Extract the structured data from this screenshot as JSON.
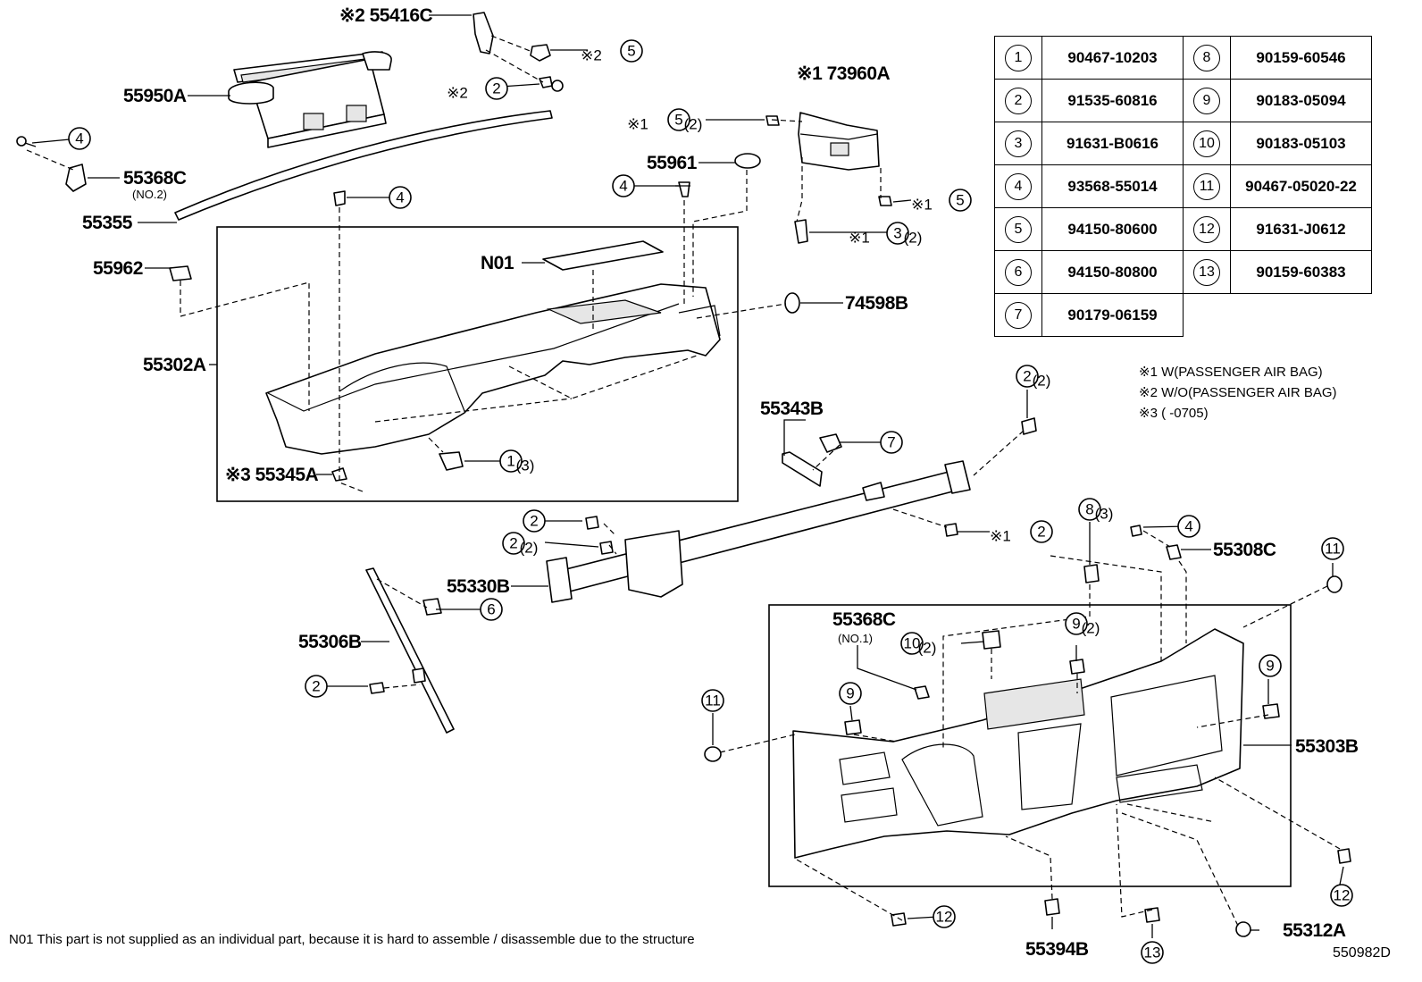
{
  "parts_table": [
    [
      {
        "n": "1",
        "p": "90467-10203"
      },
      {
        "n": "8",
        "p": "90159-60546"
      }
    ],
    [
      {
        "n": "2",
        "p": "91535-60816"
      },
      {
        "n": "9",
        "p": "90183-05094"
      }
    ],
    [
      {
        "n": "3",
        "p": "91631-B0616"
      },
      {
        "n": "10",
        "p": "90183-05103"
      }
    ],
    [
      {
        "n": "4",
        "p": "93568-55014"
      },
      {
        "n": "11",
        "p": "90467-05020-22"
      }
    ],
    [
      {
        "n": "5",
        "p": "94150-80600"
      },
      {
        "n": "12",
        "p": "91631-J0612"
      }
    ],
    [
      {
        "n": "6",
        "p": "94150-80800"
      },
      {
        "n": "13",
        "p": "90159-60383"
      }
    ],
    [
      {
        "n": "7",
        "p": "90179-06159"
      },
      null
    ]
  ],
  "notes": [
    "※1 W(PASSENGER AIR BAG)",
    "※2 W/O(PASSENGER AIR BAG)",
    "※3 (     -0705)"
  ],
  "labels": {
    "p55416C": "※2 55416C",
    "p55950A": "55950A",
    "p55368C_no2": "55368C",
    "p55368C_no2_sub": "(NO.2)",
    "p55355": "55355",
    "p55962": "55962",
    "p55302A": "55302A",
    "p55345A": "※3 55345A",
    "pN01": "N01",
    "p74598B": "74598B",
    "p73960A": "※1 73960A",
    "p55961": "55961",
    "p55343B": "55343B",
    "p55330B": "55330B",
    "p55306B": "55306B",
    "p55308C": "55308C",
    "p55368C_no1": "55368C",
    "p55368C_no1_sub": "(NO.1)",
    "p55303B": "55303B",
    "p55394B": "55394B",
    "p55312A": "55312A"
  },
  "callouts": {
    "c1": "1",
    "c2": "2",
    "c3": "3",
    "c4": "4",
    "c5": "5",
    "c6": "6",
    "c7": "7",
    "c8": "8",
    "c9": "9",
    "c10": "10",
    "c11": "11",
    "c12": "12",
    "c13": "13",
    "q2": "(2)",
    "q3": "(3)",
    "mark1": "※1",
    "mark2": "※2"
  },
  "footnote": "N01 This part is not supplied as an individual part, because it is hard to assemble / disassemble due to the structure",
  "drawing_id": "550982D"
}
